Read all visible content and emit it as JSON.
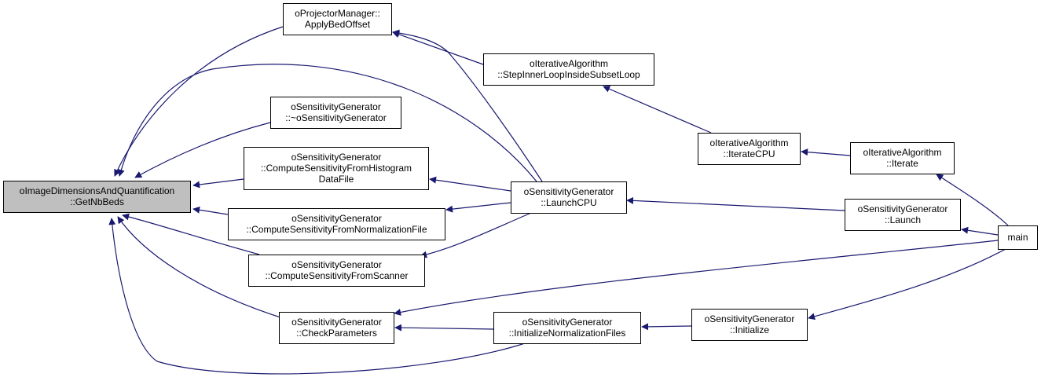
{
  "nodes": [
    {
      "id": "getnbbeds",
      "lines": [
        "oImageDimensionsAndQuantification",
        "::GetNbBeds"
      ]
    },
    {
      "id": "applybedoffset",
      "lines": [
        "oProjectorManager::",
        "ApplyBedOffset"
      ]
    },
    {
      "id": "dtor",
      "lines": [
        "oSensitivityGenerator",
        "::~oSensitivityGenerator"
      ]
    },
    {
      "id": "fromhist",
      "lines": [
        "oSensitivityGenerator",
        "::ComputeSensitivityFromHistogram",
        "DataFile"
      ]
    },
    {
      "id": "fromnorm",
      "lines": [
        "oSensitivityGenerator",
        "::ComputeSensitivityFromNormalizationFile"
      ]
    },
    {
      "id": "fromscanner",
      "lines": [
        "oSensitivityGenerator",
        "::ComputeSensitivityFromScanner"
      ]
    },
    {
      "id": "checkparams",
      "lines": [
        "oSensitivityGenerator",
        "::CheckParameters"
      ]
    },
    {
      "id": "stepinner",
      "lines": [
        "oIterativeAlgorithm",
        "::StepInnerLoopInsideSubsetLoop"
      ]
    },
    {
      "id": "launchcpu",
      "lines": [
        "oSensitivityGenerator",
        "::LaunchCPU"
      ]
    },
    {
      "id": "initnorm",
      "lines": [
        "oSensitivityGenerator",
        "::InitializeNormalizationFiles"
      ]
    },
    {
      "id": "iteratecpu",
      "lines": [
        "oIterativeAlgorithm",
        "::IterateCPU"
      ]
    },
    {
      "id": "initialize",
      "lines": [
        "oSensitivityGenerator",
        "::Initialize"
      ]
    },
    {
      "id": "iterate",
      "lines": [
        "oIterativeAlgorithm",
        "::Iterate"
      ]
    },
    {
      "id": "launch",
      "lines": [
        "oSensitivityGenerator",
        "::Launch"
      ]
    },
    {
      "id": "main",
      "lines": [
        "main"
      ]
    }
  ],
  "edges": [
    {
      "from": "applybedoffset",
      "to": "getnbbeds"
    },
    {
      "from": "launchcpu",
      "to": "getnbbeds"
    },
    {
      "from": "dtor",
      "to": "getnbbeds"
    },
    {
      "from": "fromhist",
      "to": "getnbbeds"
    },
    {
      "from": "fromnorm",
      "to": "getnbbeds"
    },
    {
      "from": "fromscanner",
      "to": "getnbbeds"
    },
    {
      "from": "checkparams",
      "to": "getnbbeds"
    },
    {
      "from": "initnorm",
      "to": "getnbbeds"
    },
    {
      "from": "stepinner",
      "to": "applybedoffset"
    },
    {
      "from": "launchcpu",
      "to": "applybedoffset"
    },
    {
      "from": "launchcpu",
      "to": "fromhist"
    },
    {
      "from": "launchcpu",
      "to": "fromnorm"
    },
    {
      "from": "launchcpu",
      "to": "fromscanner"
    },
    {
      "from": "main",
      "to": "checkparams"
    },
    {
      "from": "initnorm",
      "to": "checkparams"
    },
    {
      "from": "iteratecpu",
      "to": "stepinner"
    },
    {
      "from": "launch",
      "to": "launchcpu"
    },
    {
      "from": "iterate",
      "to": "iteratecpu"
    },
    {
      "from": "initialize",
      "to": "initnorm"
    },
    {
      "from": "main",
      "to": "initialize"
    },
    {
      "from": "main",
      "to": "iterate"
    },
    {
      "from": "main",
      "to": "launch"
    }
  ],
  "colors": {
    "edge": "#191970",
    "root_fill": "#bfbfbf",
    "node_fill": "#ffffff",
    "border": "#000000"
  }
}
